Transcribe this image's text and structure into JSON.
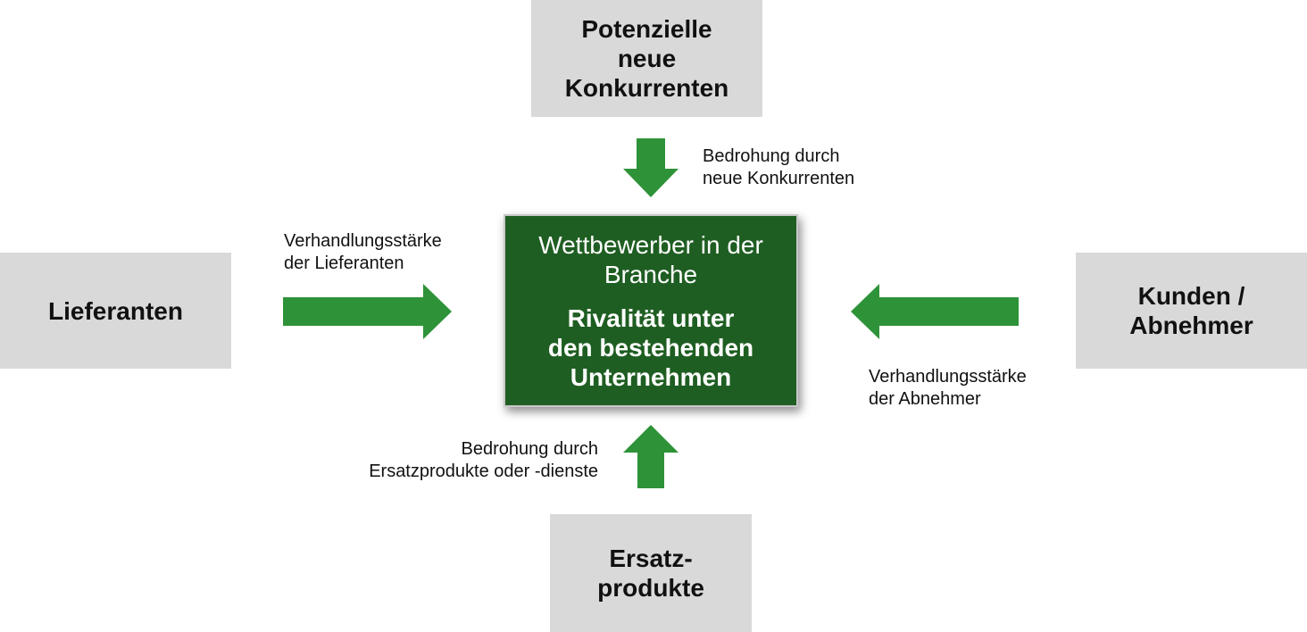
{
  "diagram": {
    "center": {
      "subtitle": "Wettbewerber in der\nBranche",
      "title": "Rivalität unter\nden bestehenden\nUnternehmen"
    },
    "boxes": {
      "top": "Potenzielle\nneue\nKonkurrenten",
      "left": "Lieferanten",
      "right": "Kunden /\nAbnehmer",
      "bottom": "Ersatz-\nprodukte"
    },
    "labels": {
      "top": "Bedrohung durch\nneue Konkurrenten",
      "left": "Verhandlungsstärke\nder Lieferanten",
      "right": "Verhandlungsstärke\nder Abnehmer",
      "bottom": "Bedrohung durch\nErsatzprodukte oder -dienste"
    },
    "colors": {
      "box_fill": "#d9d9d9",
      "center_fill": "#1f5e22",
      "arrow_fill": "#2e9338",
      "text": "#111111"
    }
  }
}
